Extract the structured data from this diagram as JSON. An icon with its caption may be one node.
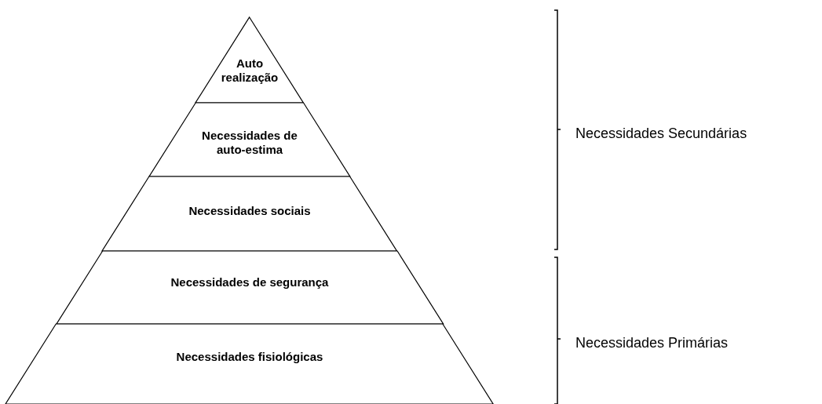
{
  "diagram": {
    "nodes": [
      {
        "text": [
          "Auto realização"
        ]
      },
      {
        "text": [
          "Necessidades de auto-estima"
        ]
      },
      {
        "text": [
          "Necessidades sociais"
        ]
      },
      {
        "text": [
          "Necessidades de segurança"
        ]
      },
      {
        "text": [
          "Necessidades fisiológicas"
        ]
      }
    ],
    "labels": [
      "Necessidades Secundárias",
      "Necessidades Primárias"
    ]
  }
}
